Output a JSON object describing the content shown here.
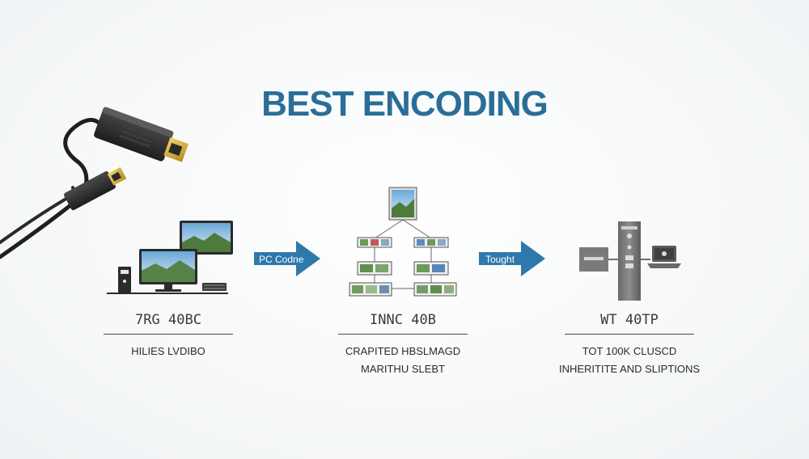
{
  "title": "BEST ENCODING",
  "arrows": [
    {
      "label": "PC Codne"
    },
    {
      "label": "Tought"
    }
  ],
  "columns": [
    {
      "heading": "7RG 40BC",
      "caption_lines": [
        "HILIES LVDIBO"
      ]
    },
    {
      "heading": "INNC 40B",
      "caption_lines": [
        "CRAPITED HBSLMAGD",
        "MARITHU SLEBT"
      ]
    },
    {
      "heading": "WT 40TP",
      "caption_lines": [
        "TOT  100K CLUSCD",
        "INHERITITE AND SLIPTIONS"
      ]
    }
  ],
  "colors": {
    "title": "#2a6e98",
    "arrow": "#2e78ab",
    "device_dark": "#2d2d2d",
    "gold": "#d9b23a"
  }
}
